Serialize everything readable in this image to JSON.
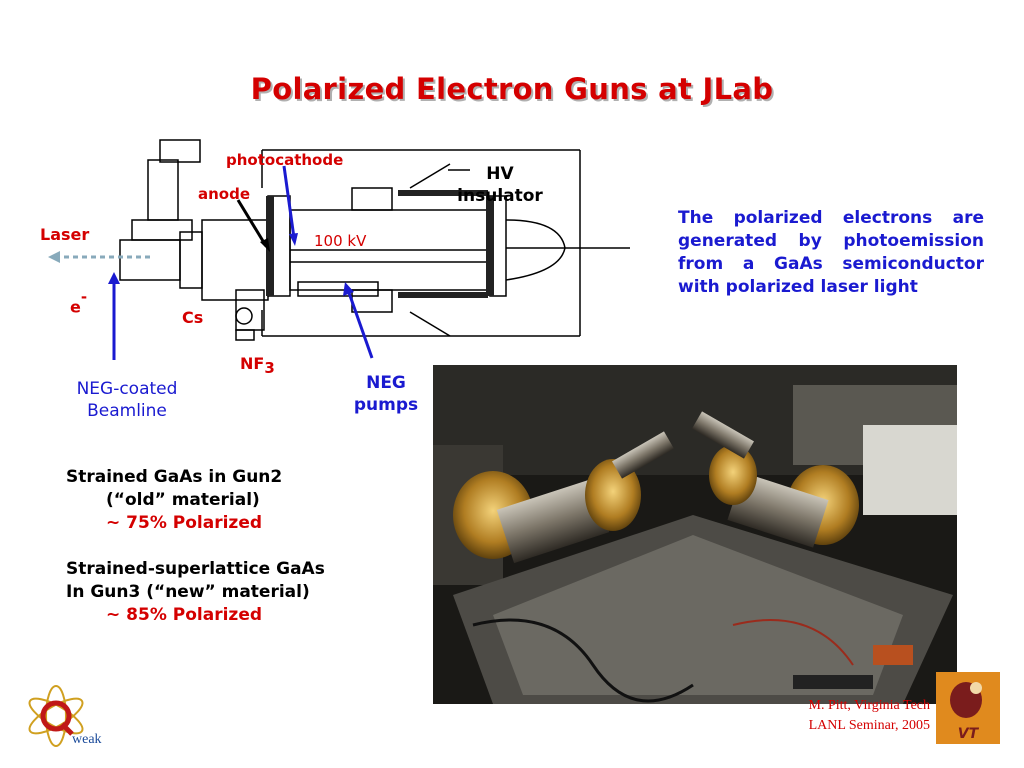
{
  "slide": {
    "title": "Polarized Electron Guns at JLab"
  },
  "diagram": {
    "labels": {
      "photocathode": "photocathode",
      "anode": "anode",
      "hv_line1": "HV",
      "hv_line2": "insulator",
      "laser": "Laser",
      "kv": "100 kV",
      "electron": "e",
      "electron_sup": "-",
      "cs": "Cs",
      "nf": "NF",
      "nf_sub": "3",
      "neg_beamline_1": "NEG-coated",
      "neg_beamline_2": "Beamline",
      "neg_pumps_1": "NEG",
      "neg_pumps_2": "pumps"
    },
    "colors": {
      "red": "#d40000",
      "blue": "#1a1ad0",
      "line": "#000000"
    }
  },
  "description": "The polarized electrons are generated by photoemission from a GaAs semiconductor with polarized laser light",
  "materials": {
    "gun2_line1": "Strained GaAs in Gun2",
    "gun2_line2": "(“old” material)",
    "gun2_pol": "~ 75% Polarized",
    "gun3_line1": "Strained-superlattice GaAs",
    "gun3_line2": "In Gun3 (“new” material)",
    "gun3_pol": "~ 85% Polarized"
  },
  "footer": {
    "credit_line1": "M. Pitt, Virginia Tech",
    "credit_line2": "LANL Seminar, 2005",
    "qweak_logo_text": "weak",
    "vt_logo_text": "VT"
  }
}
